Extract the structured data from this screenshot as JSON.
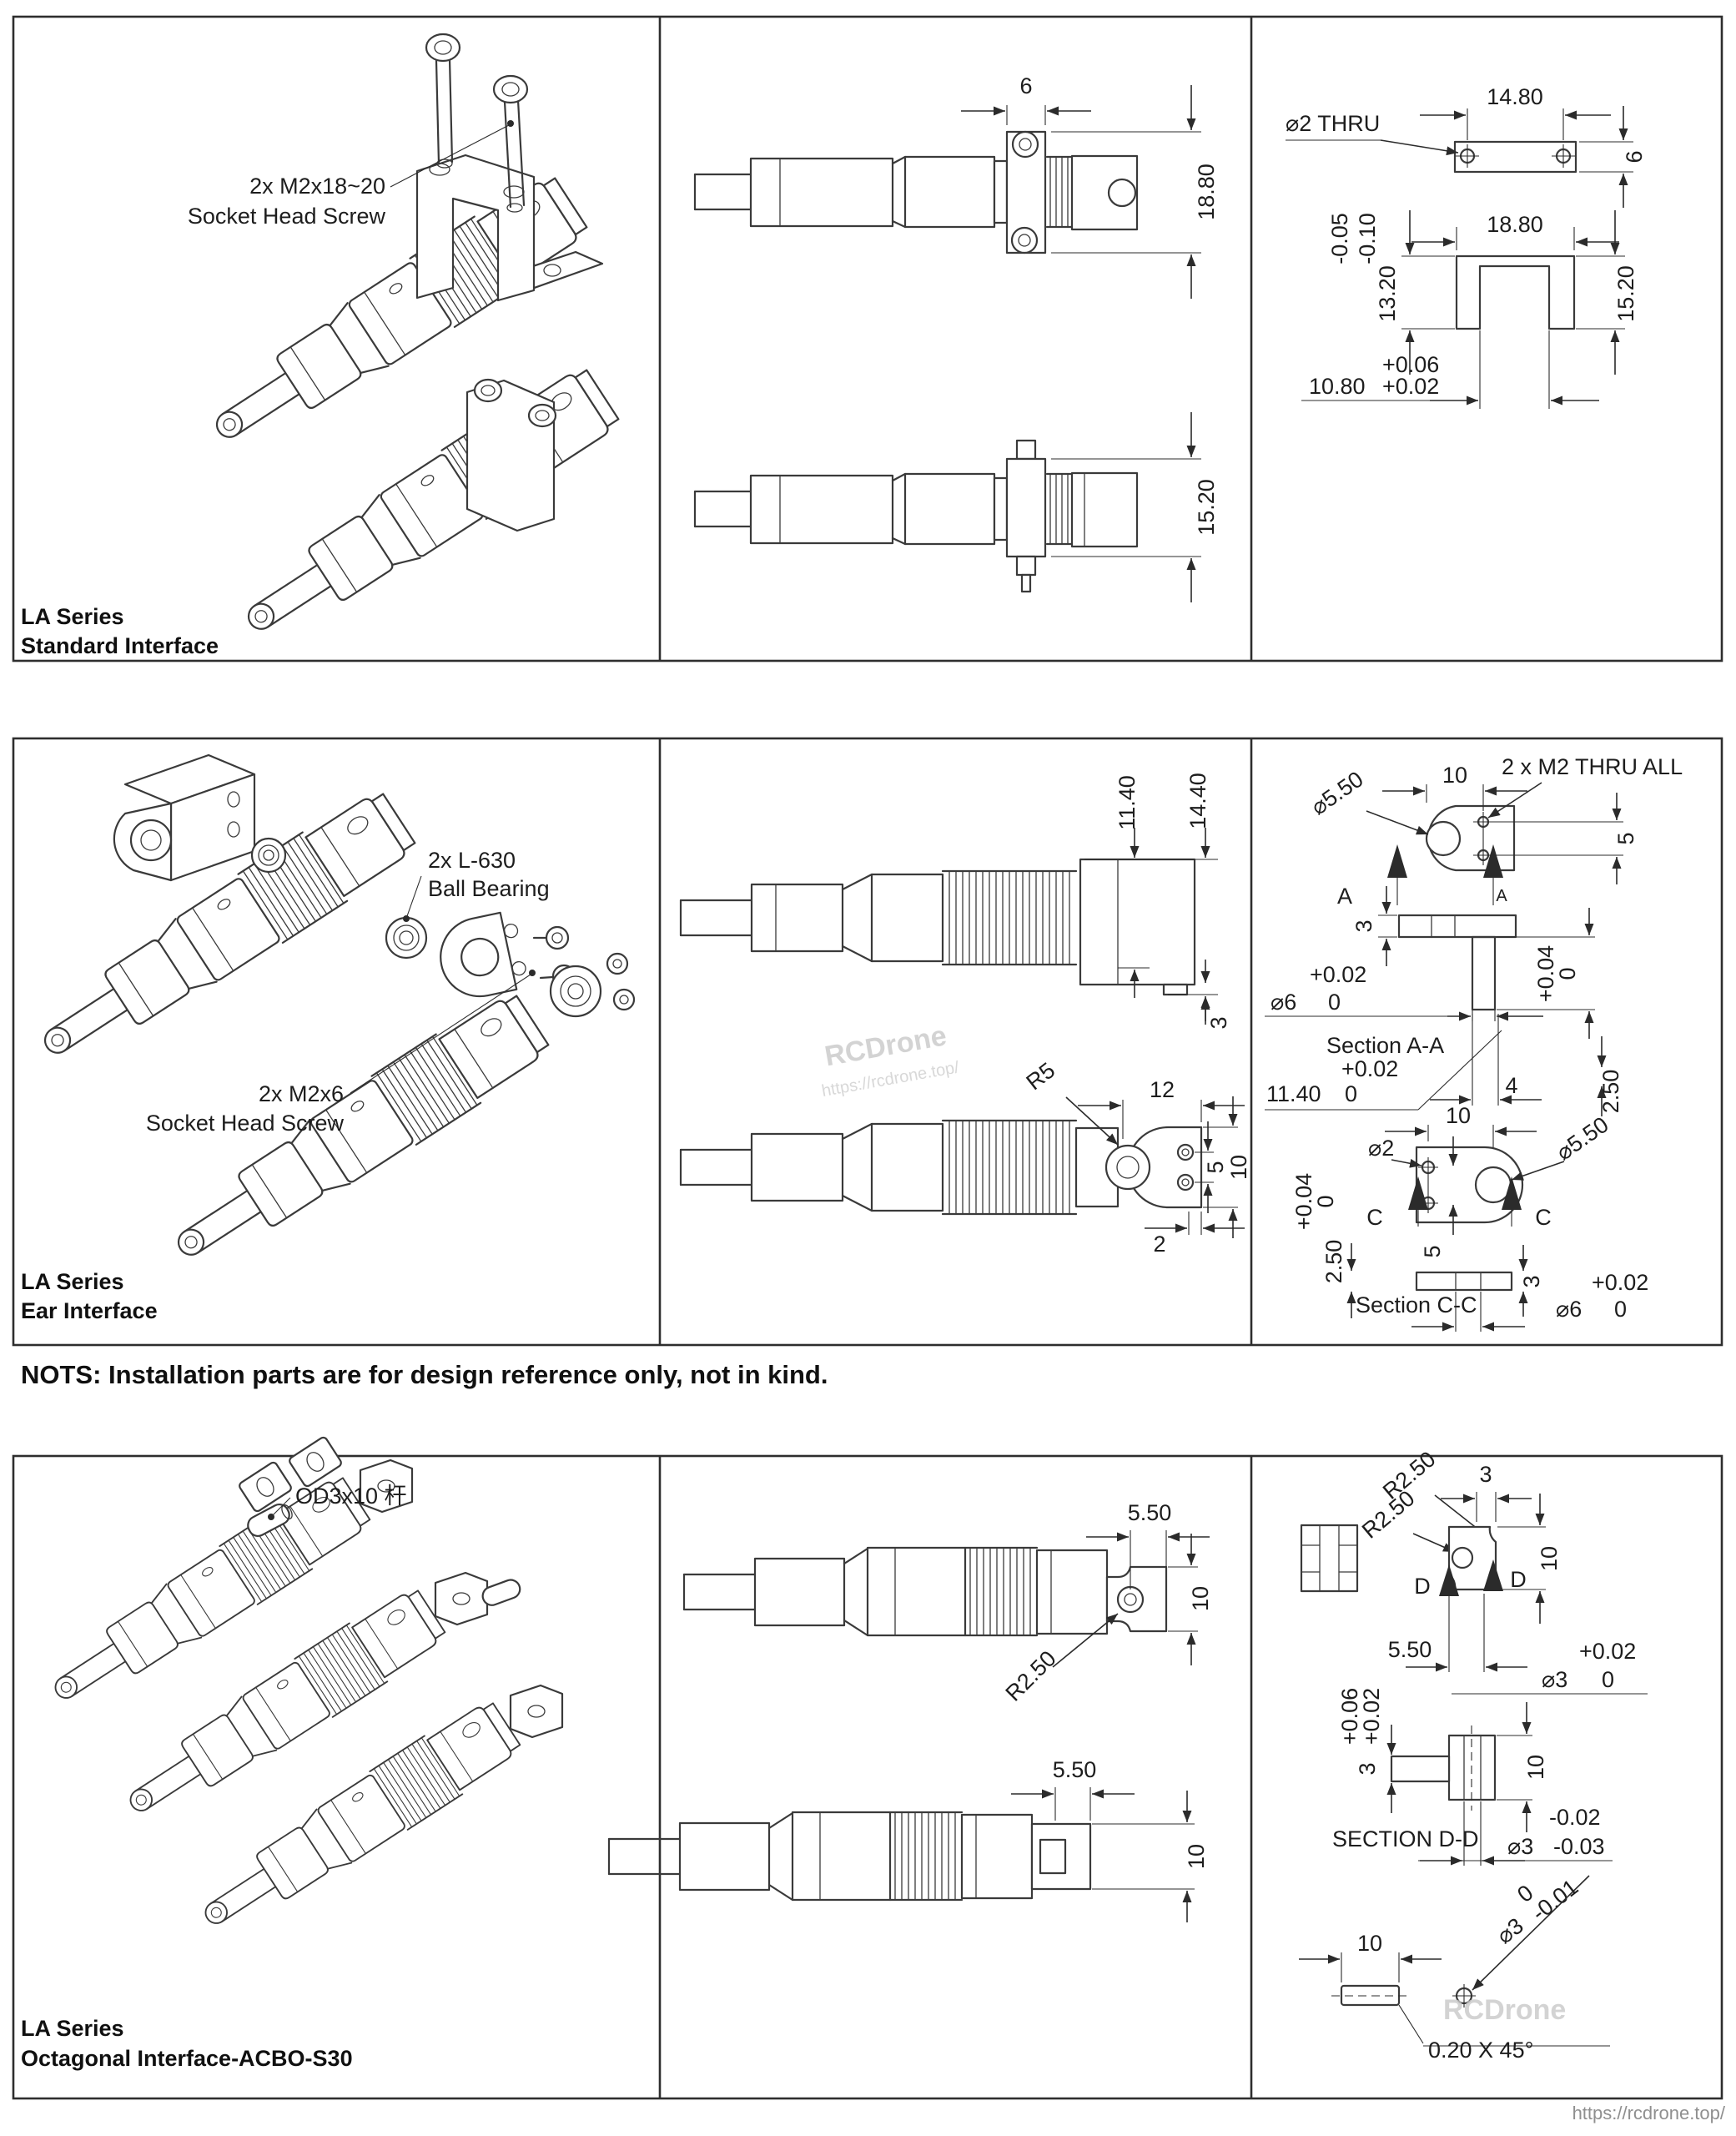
{
  "page": {
    "note": "NOTS: Installation parts are for design reference only, not in kind.",
    "footer_url": "https://rcdrone.top/",
    "watermark_brand": "RCDrone",
    "watermark_url": "https://rcdrone.top/",
    "colors": {
      "line": "#3a3a3a",
      "text": "#1d1d1d",
      "watermark": "#c9c9c9",
      "footer": "#8f8f8f"
    }
  },
  "panels": {
    "standard": {
      "title1": "LA Series",
      "title2": "Standard Interface",
      "callout1": "2x M2x18~20",
      "callout2": "Socket Head Screw",
      "dims": {
        "d6": "6",
        "d1880": "18.80",
        "d1520": "15.20",
        "hole": "⌀2 THRU",
        "w1480": "14.80",
        "tolA": "-0.05",
        "tolB": "-0.10",
        "h1320": "13.20",
        "tolC": "+0.06",
        "w1080": "10.80",
        "tolD": "+0.02"
      }
    },
    "ear": {
      "title1": "LA Series",
      "title2": "Ear Interface",
      "callout1": "2x L-630",
      "callout2": "Ball Bearing",
      "callout3": "2x M2x6",
      "callout4": "Socket Head Screw",
      "dims": {
        "h1140": "11.40",
        "h1440": "14.40",
        "d3": "3",
        "r5": "R5",
        "w12": "12",
        "d5": "5",
        "d10": "10",
        "w2": "2",
        "dia550": "⌀5.50",
        "thru": "2 x M2 THRU ALL",
        "A": "A",
        "tol02": "+0.02",
        "dia6": "⌀6",
        "zero": "0",
        "secAA": "Section A-A",
        "w4": "4",
        "tol04": "+0.04",
        "h250": "2.50",
        "dia2": "⌀2",
        "C": "C",
        "secCC": "Section C-C"
      }
    },
    "octagonal": {
      "title1": "LA Series",
      "title2": "Octagonal Interface-ACBO-S30",
      "callout1": "OD3x10 杆",
      "dims": {
        "w550": "5.50",
        "d10": "10",
        "r250": "R2.50",
        "w3": "3",
        "tol02": "+0.02",
        "dia3": "⌀3",
        "zero": "0",
        "tol06": "+0.06",
        "t3": "3",
        "secDD": "SECTION D-D",
        "n002": "-0.02",
        "n003": "-0.03",
        "n001": "-0.01",
        "chamfer": "0.20 X 45°",
        "D": "D"
      }
    }
  }
}
